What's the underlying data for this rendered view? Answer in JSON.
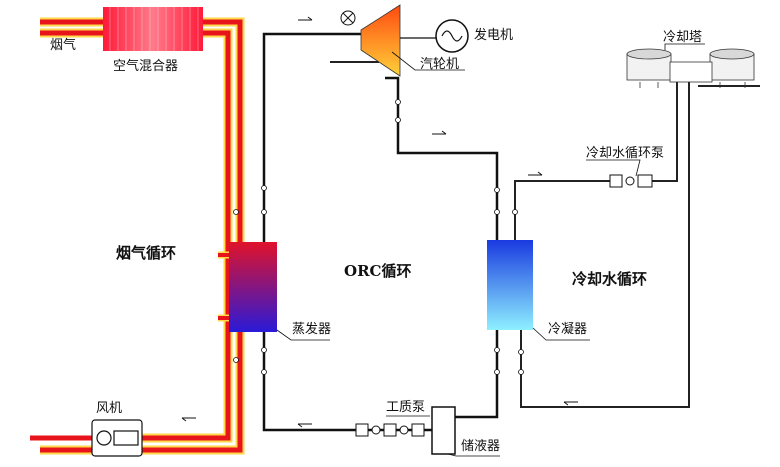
{
  "labels": {
    "flue_gas": "烟气",
    "air_mixer": "空气混合器",
    "generator": "发电机",
    "turbine": "汽轮机",
    "cooling_tower": "冷却塔",
    "cooling_water_pump": "冷却水循环泵",
    "evaporator": "蒸发器",
    "condenser": "冷凝器",
    "fan": "风机",
    "working_fluid_pump": "工质泵",
    "receiver": "储液器"
  },
  "loops": {
    "flue_gas_loop": "烟气循环",
    "orc_loop": "ORC循环",
    "cooling_water_loop": "冷却水循环"
  },
  "colors": {
    "flue_pipe": "#e8141c",
    "flue_pipe_edge": "#ffd84a",
    "orc_pipe": "#111111",
    "evaporator_top": "#e0122a",
    "evaporator_bottom": "#2a1ad8",
    "condenser_top": "#1a3ae0",
    "condenser_bottom": "#8ef0ff",
    "turbine_top": "#ff4a10",
    "turbine_bottom": "#ffd23a",
    "mixer_red": "#ff1a3a"
  }
}
